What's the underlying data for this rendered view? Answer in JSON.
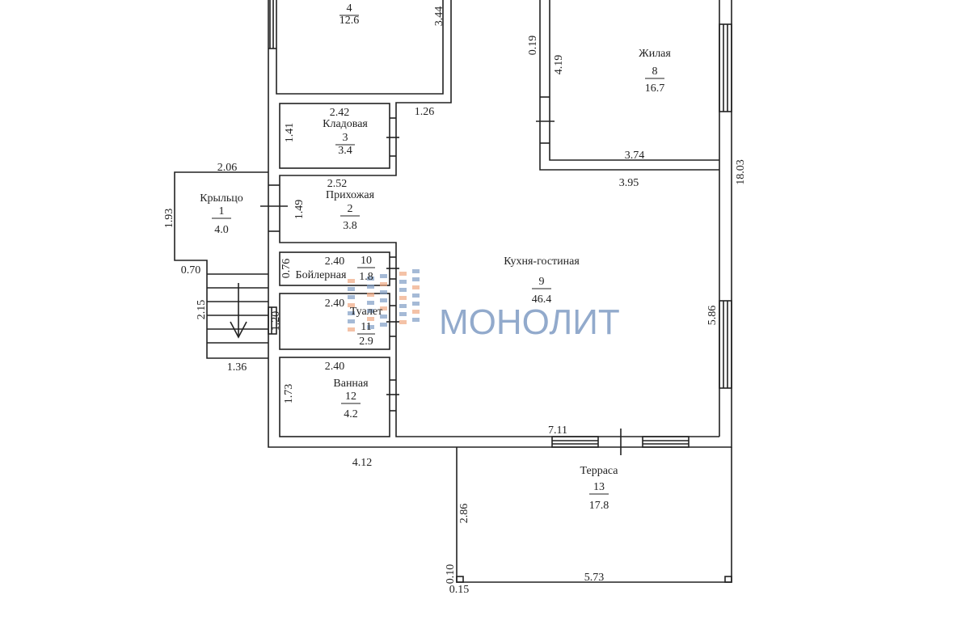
{
  "rooms": [
    {
      "name": "",
      "number": "4",
      "area": "12.6"
    },
    {
      "name": "Кладовая",
      "number": "3",
      "area": "3.4"
    },
    {
      "name": "Крыльцо",
      "number": "1",
      "area": "4.0"
    },
    {
      "name": "Прихожая",
      "number": "2",
      "area": "3.8"
    },
    {
      "name": "Бойлерная",
      "number": "10",
      "area": "1.8"
    },
    {
      "name": "Туалет",
      "number": "11",
      "area": "2.9"
    },
    {
      "name": "Ванная",
      "number": "12",
      "area": "4.2"
    },
    {
      "name": "Жилая",
      "number": "8",
      "area": "16.7"
    },
    {
      "name": "Кухня-гостиная",
      "number": "9",
      "area": "46.4"
    },
    {
      "name": "Терраса",
      "number": "13",
      "area": "17.8"
    }
  ],
  "dims": [
    "3.44",
    "2.42",
    "1.26",
    "1.41",
    "2.06",
    "2.52",
    "1.93",
    "1.49",
    "0.70",
    "2.40",
    "0.76",
    "2.15",
    "2.40",
    "1.20",
    "1.36",
    "2.40",
    "1.73",
    "4.12",
    "0.19",
    "4.19",
    "3.74",
    "3.95",
    "18.03",
    "5.86",
    "7.11",
    "2.86",
    "5.73",
    "0.10",
    "0.15"
  ],
  "watermark": {
    "text": "МОНОЛИТ",
    "color": "#7f9cc4",
    "accent": "#f0a882"
  }
}
